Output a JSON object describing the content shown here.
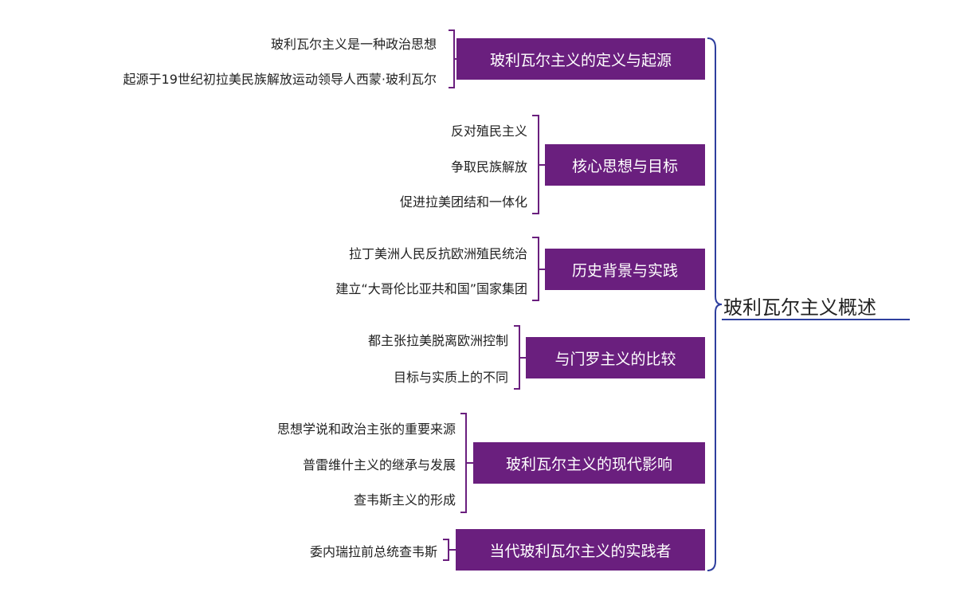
{
  "root": "玻利瓦尔主义概述",
  "colors": {
    "node_fill": "#6a1f7e",
    "root_line": "#2e3f9e",
    "branch_line": "#6a1f7e"
  },
  "branches": [
    {
      "label": "玻利瓦尔主义的定义与起源",
      "leaves": [
        "玻利瓦尔主义是一种政治思想",
        "起源于19世纪初拉美民族解放运动领导人西蒙·玻利瓦尔"
      ]
    },
    {
      "label": "核心思想与目标",
      "leaves": [
        "反对殖民主义",
        "争取民族解放",
        "促进拉美团结和一体化"
      ]
    },
    {
      "label": "历史背景与实践",
      "leaves": [
        "拉丁美洲人民反抗欧洲殖民统治",
        "建立“大哥伦比亚共和国”国家集团"
      ]
    },
    {
      "label": "与门罗主义的比较",
      "leaves": [
        "都主张拉美脱离欧洲控制",
        "目标与实质上的不同"
      ]
    },
    {
      "label": "玻利瓦尔主义的现代影响",
      "leaves": [
        "思想学说和政治主张的重要来源",
        "普雷维什主义的继承与发展",
        "查韦斯主义的形成"
      ]
    },
    {
      "label": "当代玻利瓦尔主义的实践者",
      "leaves": [
        "委内瑞拉前总统查韦斯"
      ]
    }
  ]
}
